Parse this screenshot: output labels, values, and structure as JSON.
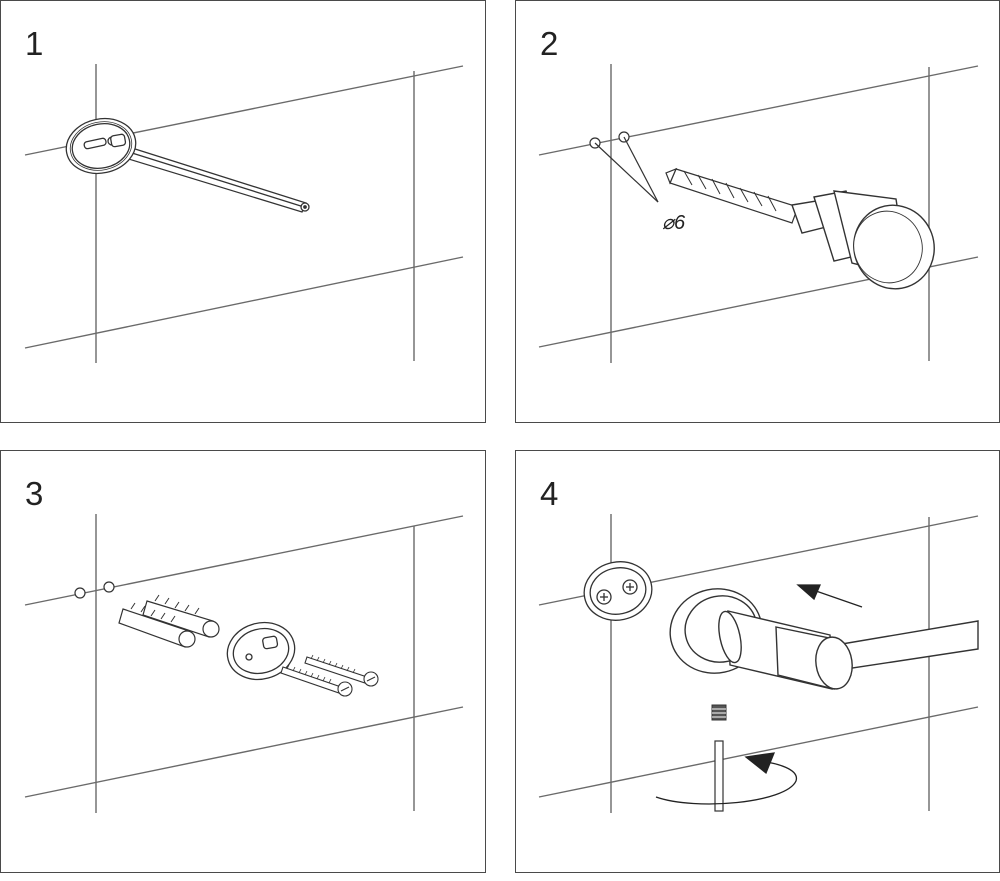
{
  "steps": [
    {
      "number": "1"
    },
    {
      "number": "2",
      "drill_label": "⌀6"
    },
    {
      "number": "3"
    },
    {
      "number": "4"
    }
  ],
  "colors": {
    "line": "#4a4a4a",
    "background": "#ffffff",
    "tile_line": "#6a6a6a",
    "dark": "#333333"
  }
}
